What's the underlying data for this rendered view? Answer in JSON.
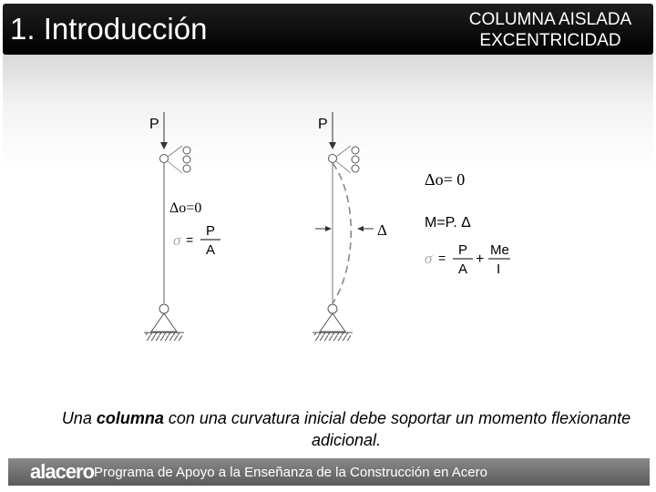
{
  "header": {
    "title": "1. Introducción",
    "topic_line1": "COLUMNA AISLADA",
    "topic_line2": "EXCENTRICIDAD"
  },
  "figure": {
    "left_column": {
      "load": "P",
      "delta0_label": "Δo=0",
      "sigma": "σ",
      "equals": "=",
      "num": "P",
      "den": "A"
    },
    "right_column": {
      "load": "P",
      "delta": "Δ"
    },
    "equations": {
      "delta0": "Δo= 0",
      "moment": "M=P. Δ",
      "sigma": "σ",
      "equals": "=",
      "num1": "P",
      "den1": "A",
      "plus": "+",
      "num2": "Me",
      "den2": "I"
    }
  },
  "caption": {
    "before": "Una ",
    "bold": "columna",
    "after": " con una curvatura inicial debe soportar un momento flexionante adicional."
  },
  "footer": {
    "logo": "alacero",
    "program": "Programa de Apoyo a la Enseñanza de la Construcción en Acero"
  }
}
